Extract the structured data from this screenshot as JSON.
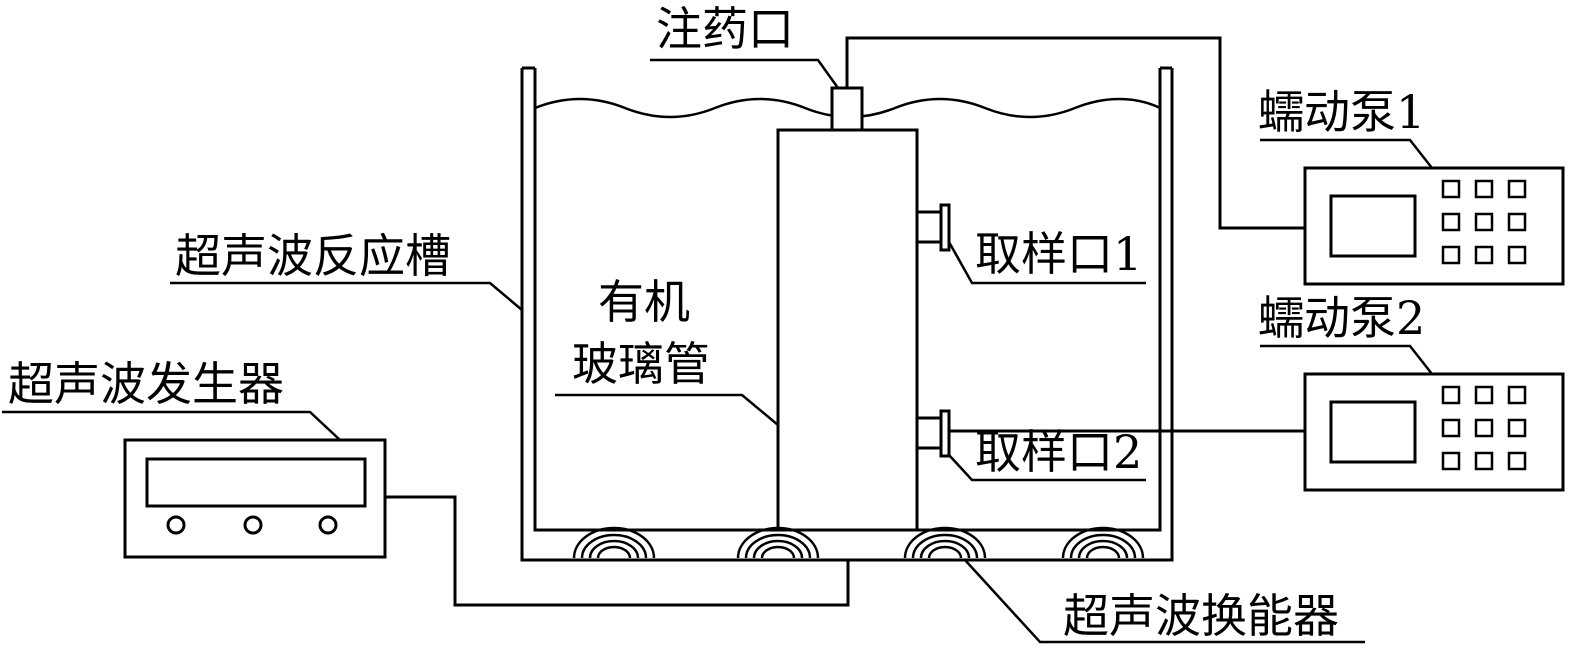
{
  "labels": {
    "injection_port": "注药口",
    "pump1": "蠕动泵1",
    "pump2": "蠕动泵2",
    "reaction_tank": "超声波反应槽",
    "sampling_port1": "取样口1",
    "sampling_port2": "取样口2",
    "glass_tube_line1": "有机",
    "glass_tube_line2": "玻璃管",
    "generator": "超声波发生器",
    "transducer": "超声波换能器"
  }
}
